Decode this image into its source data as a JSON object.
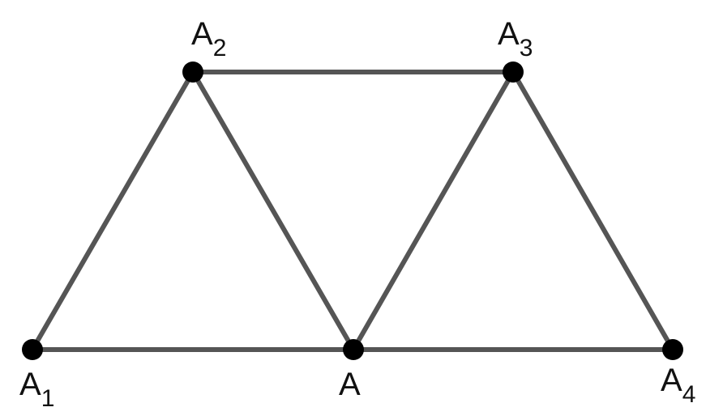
{
  "diagram": {
    "edge_color": "#555555",
    "vertex_color": "#000000",
    "vertices": [
      {
        "id": "A1",
        "letter": "A",
        "subscript": "1"
      },
      {
        "id": "A2",
        "letter": "A",
        "subscript": "2"
      },
      {
        "id": "A3",
        "letter": "A",
        "subscript": "3"
      },
      {
        "id": "A",
        "letter": "A",
        "subscript": ""
      },
      {
        "id": "A4",
        "letter": "A",
        "subscript": "4"
      }
    ],
    "edges": [
      [
        "A1",
        "A2"
      ],
      [
        "A2",
        "A3"
      ],
      [
        "A1",
        "A"
      ],
      [
        "A",
        "A4"
      ],
      [
        "A2",
        "A"
      ],
      [
        "A",
        "A3"
      ],
      [
        "A3",
        "A4"
      ]
    ]
  }
}
